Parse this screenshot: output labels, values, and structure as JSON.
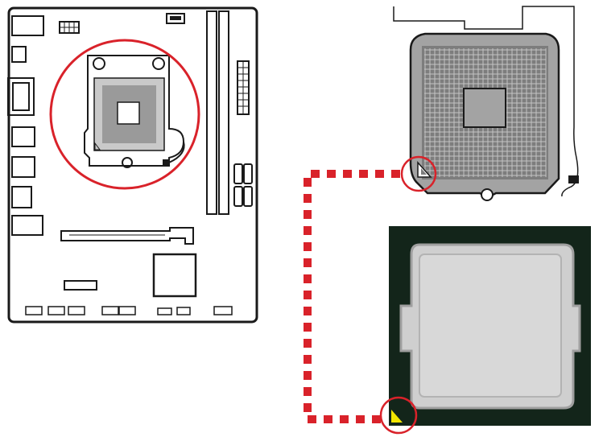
{
  "diagram": {
    "title": "",
    "colors": {
      "outline": "#1a1a1a",
      "highlight_red": "#d9222a",
      "socket_gray": "#a3a3a3",
      "socket_dark": "#7d7d7d",
      "cpu_substrate": "#13251a",
      "ihs_gray": "#cfcfcf",
      "pin1_yellow": "#f2e600",
      "background": "#ffffff"
    },
    "parts": {
      "motherboard": "motherboard-layout",
      "socket": "cpu-socket-closeup",
      "cpu": "processor-top-view"
    },
    "callouts": {
      "socket_circle": "red-circle-around-socket",
      "pin1_socket_marker": "triangle-marker",
      "pin1_cpu_marker": "yellow-triangle-marker",
      "connector_path": "dashed-red-line"
    }
  }
}
